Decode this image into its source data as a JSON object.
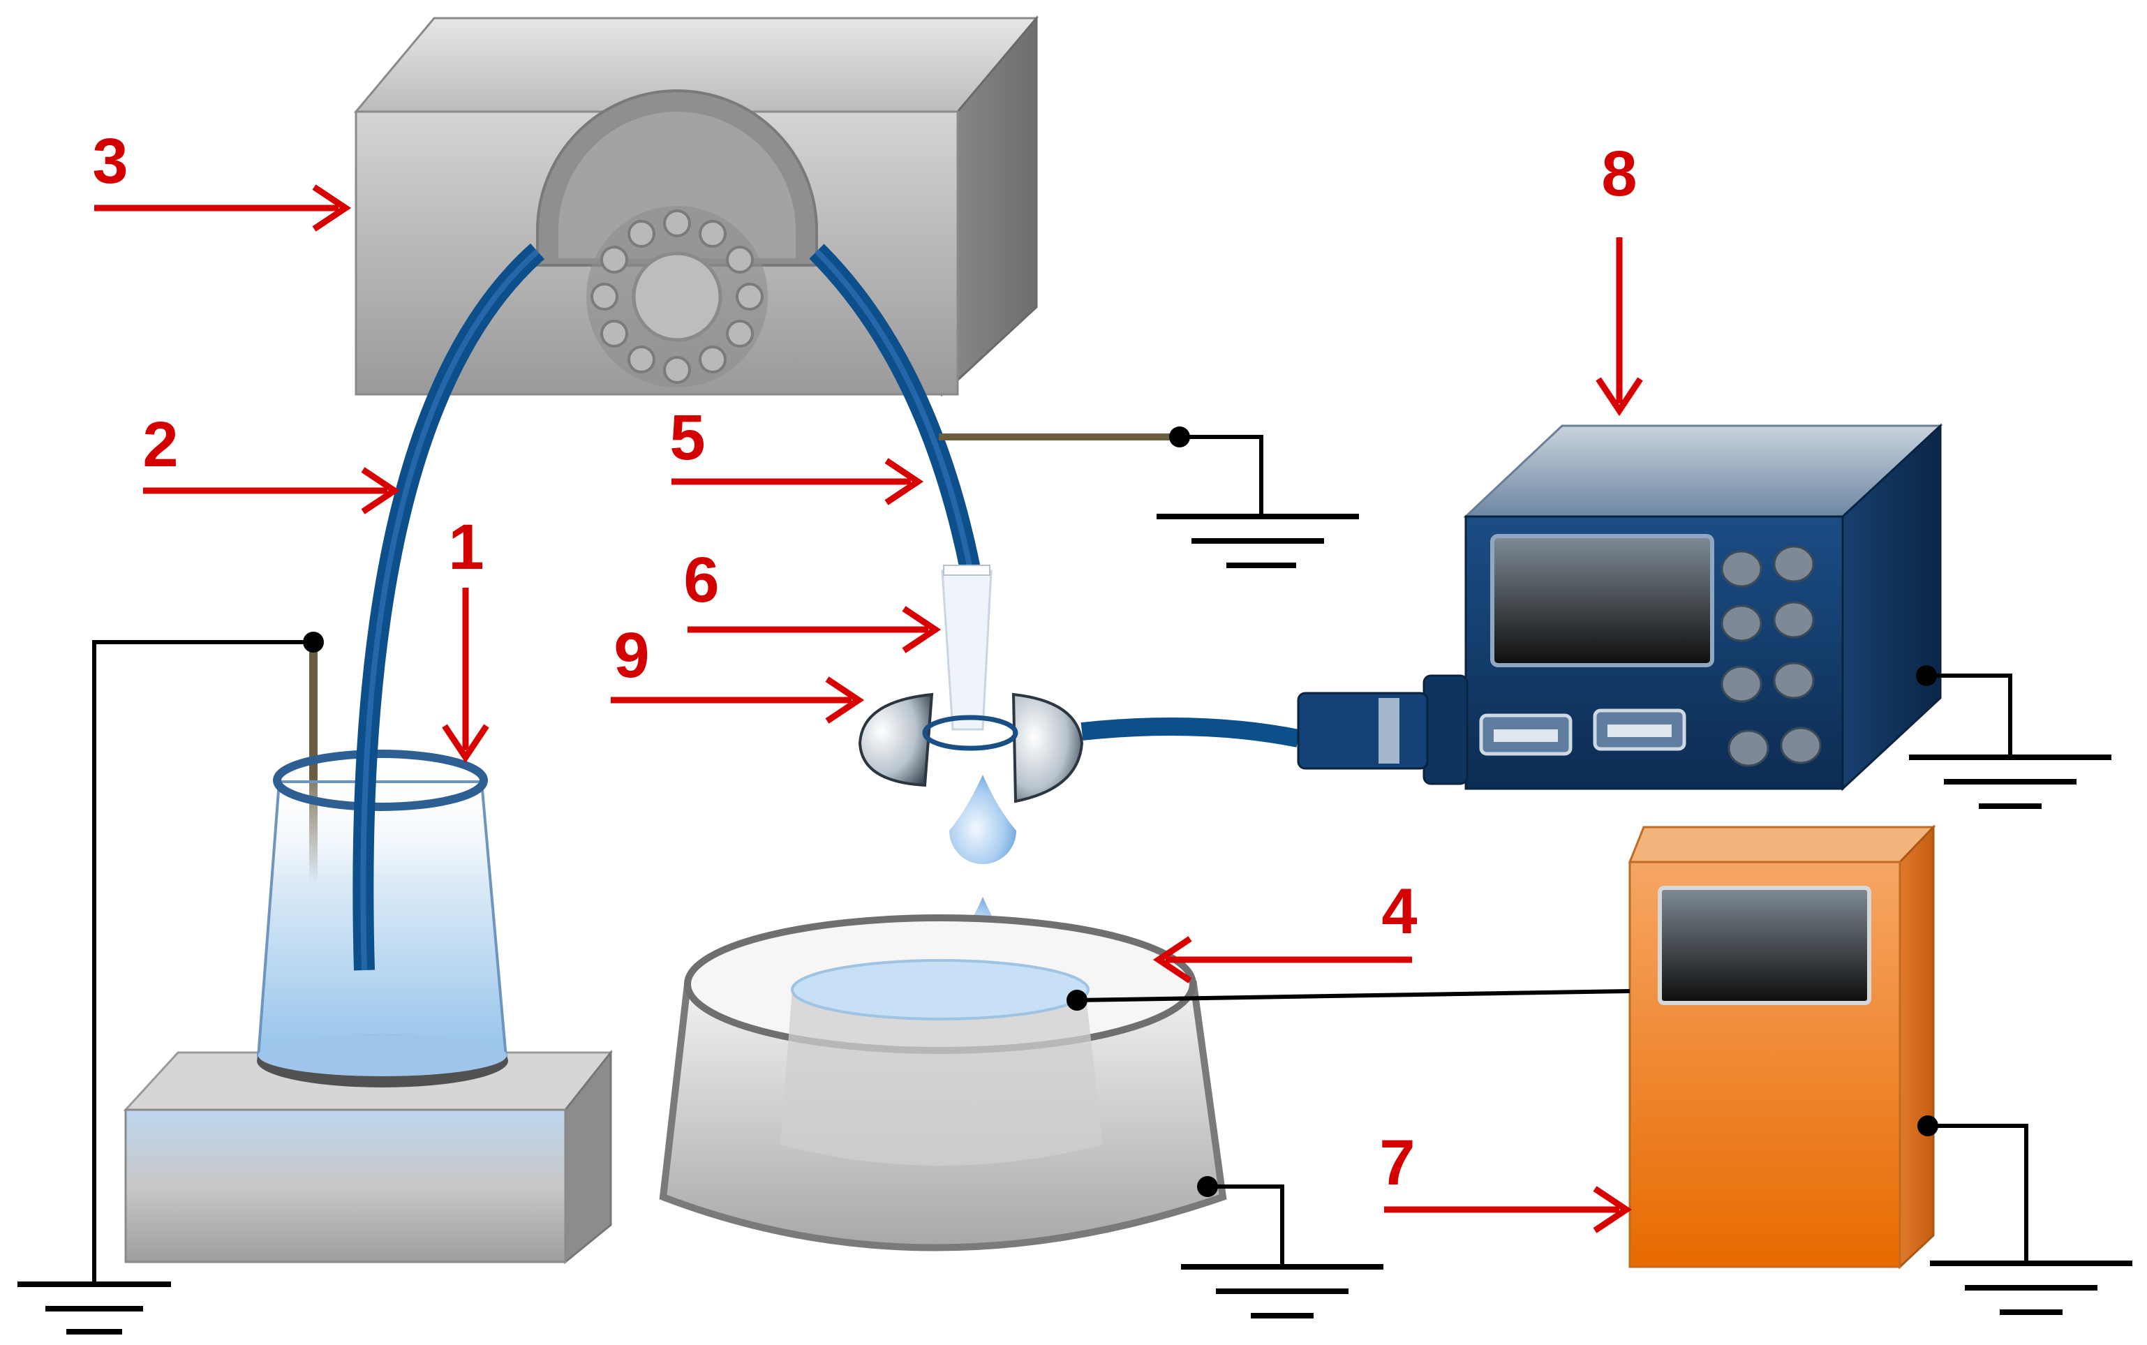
{
  "labels": {
    "n1": "1",
    "n2": "2",
    "n3": "3",
    "n4": "4",
    "n5": "5",
    "n6": "6",
    "n7": "7",
    "n8": "8",
    "n9": "9"
  },
  "colors": {
    "label_red": "#d40000",
    "tube_blue": "#0d4f8b",
    "controller_navy": "#123a66",
    "power_orange": "#f07a1a",
    "device_gray": "#9a9a9a",
    "ground_wire": "#000000"
  }
}
